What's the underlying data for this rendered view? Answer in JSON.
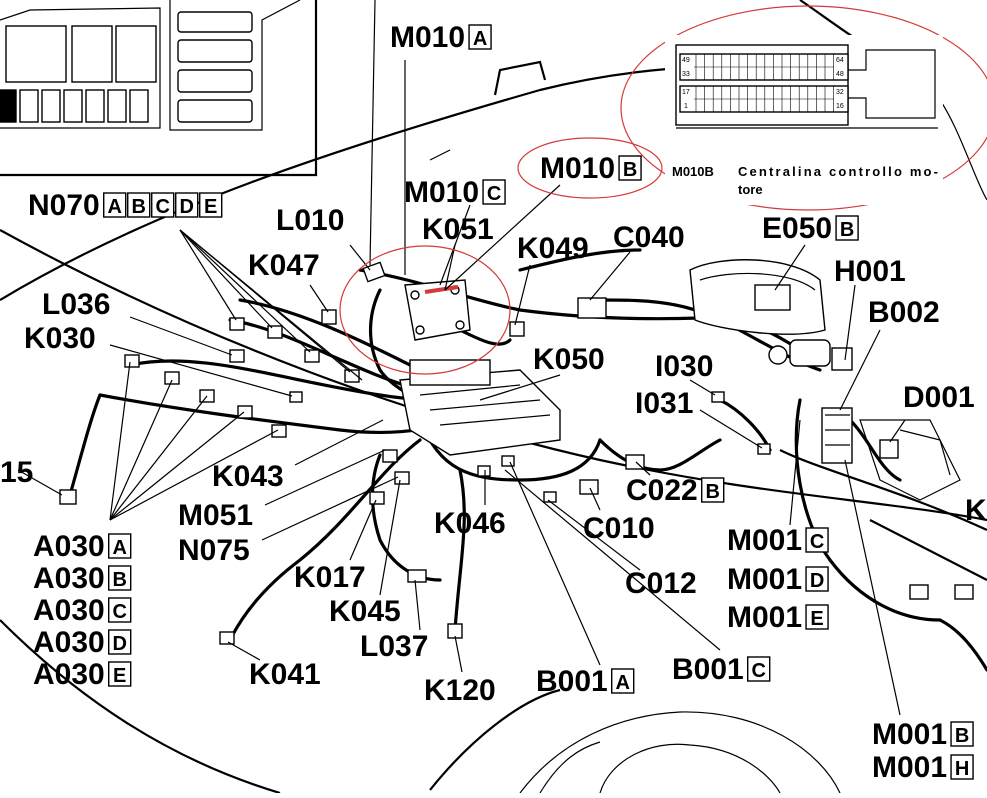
{
  "callout": {
    "code": "M010B",
    "text_line1": "Centralina controllo mo-",
    "text_line2": "tore",
    "pins": [
      "49",
      "64",
      "33",
      "48",
      "17",
      "32",
      "1",
      "16"
    ]
  },
  "labels": [
    {
      "id": "m010a",
      "code": "M010",
      "boxes": [
        "A"
      ]
    },
    {
      "id": "m010b",
      "code": "M010",
      "boxes": [
        "B"
      ]
    },
    {
      "id": "m010c",
      "code": "M010",
      "boxes": [
        "C"
      ]
    },
    {
      "id": "n070",
      "code": "N070",
      "boxes": [
        "A",
        "B",
        "C",
        "D",
        "E"
      ]
    },
    {
      "id": "l010",
      "code": "L010",
      "boxes": []
    },
    {
      "id": "k051",
      "code": "K051",
      "boxes": []
    },
    {
      "id": "k049",
      "code": "K049",
      "boxes": []
    },
    {
      "id": "c040",
      "code": "C040",
      "boxes": []
    },
    {
      "id": "e050",
      "code": "E050",
      "boxes": [
        "B"
      ]
    },
    {
      "id": "k047",
      "code": "K047",
      "boxes": []
    },
    {
      "id": "h001",
      "code": "H001",
      "boxes": []
    },
    {
      "id": "b002",
      "code": "B002",
      "boxes": []
    },
    {
      "id": "l036",
      "code": "L036",
      "boxes": []
    },
    {
      "id": "k030",
      "code": "K030",
      "boxes": []
    },
    {
      "id": "k050",
      "code": "K050",
      "boxes": []
    },
    {
      "id": "i030",
      "code": "I030",
      "boxes": []
    },
    {
      "id": "i031",
      "code": "I031",
      "boxes": []
    },
    {
      "id": "d001",
      "code": "D001",
      "boxes": []
    },
    {
      "id": "x15",
      "code": "15",
      "boxes": []
    },
    {
      "id": "k043",
      "code": "K043",
      "boxes": []
    },
    {
      "id": "c022",
      "code": "C022",
      "boxes": [
        "B"
      ]
    },
    {
      "id": "kright",
      "code": "K",
      "boxes": []
    },
    {
      "id": "m051",
      "code": "M051",
      "boxes": []
    },
    {
      "id": "k046",
      "code": "K046",
      "boxes": []
    },
    {
      "id": "c010",
      "code": "C010",
      "boxes": []
    },
    {
      "id": "n075",
      "code": "N075",
      "boxes": []
    },
    {
      "id": "a030a",
      "code": "A030",
      "boxes": [
        "A"
      ]
    },
    {
      "id": "a030b",
      "code": "A030",
      "boxes": [
        "B"
      ]
    },
    {
      "id": "a030c",
      "code": "A030",
      "boxes": [
        "C"
      ]
    },
    {
      "id": "a030d",
      "code": "A030",
      "boxes": [
        "D"
      ]
    },
    {
      "id": "a030e",
      "code": "A030",
      "boxes": [
        "E"
      ]
    },
    {
      "id": "m001c",
      "code": "M001",
      "boxes": [
        "C"
      ]
    },
    {
      "id": "m001d",
      "code": "M001",
      "boxes": [
        "D"
      ]
    },
    {
      "id": "m001e",
      "code": "M001",
      "boxes": [
        "E"
      ]
    },
    {
      "id": "k017",
      "code": "K017",
      "boxes": []
    },
    {
      "id": "c012",
      "code": "C012",
      "boxes": []
    },
    {
      "id": "k045",
      "code": "K045",
      "boxes": []
    },
    {
      "id": "l037",
      "code": "L037",
      "boxes": []
    },
    {
      "id": "k041",
      "code": "K041",
      "boxes": []
    },
    {
      "id": "b001a",
      "code": "B001",
      "boxes": [
        "A"
      ]
    },
    {
      "id": "b001c",
      "code": "B001",
      "boxes": [
        "C"
      ]
    },
    {
      "id": "k120",
      "code": "K120",
      "boxes": []
    },
    {
      "id": "m001b",
      "code": "M001",
      "boxes": [
        "B"
      ]
    },
    {
      "id": "m001h",
      "code": "M001",
      "boxes": [
        "H"
      ]
    }
  ]
}
